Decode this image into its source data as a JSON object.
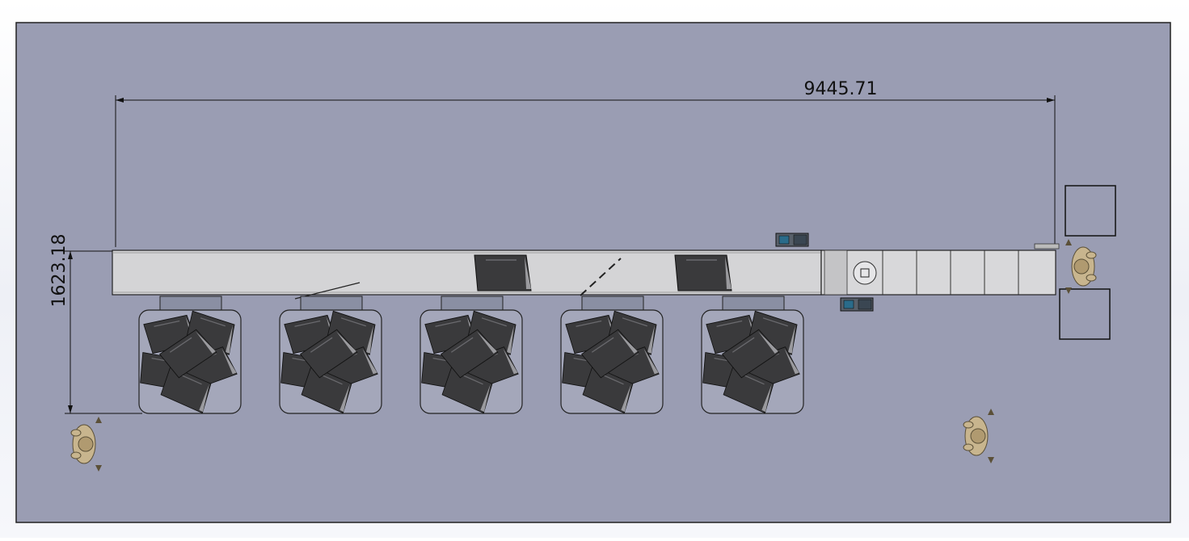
{
  "drawing": {
    "dimensions": {
      "length_label": "9445.71",
      "width_label": "1623.18"
    },
    "colors": {
      "sheet": "#9a9db3",
      "conveyor": "#d4d4d6",
      "bag": "#3a3a3c",
      "operator": "#c8b58e",
      "line": "#111111"
    },
    "bins": [
      {
        "name": "bin-1"
      },
      {
        "name": "bin-2"
      },
      {
        "name": "bin-3"
      },
      {
        "name": "bin-4"
      },
      {
        "name": "bin-5"
      }
    ],
    "operators": [
      {
        "name": "operator-left"
      },
      {
        "name": "operator-right-top"
      },
      {
        "name": "operator-bottom-right"
      }
    ],
    "icons": [
      "drive-motor-icon",
      "operator-icon",
      "bag-icon"
    ]
  }
}
